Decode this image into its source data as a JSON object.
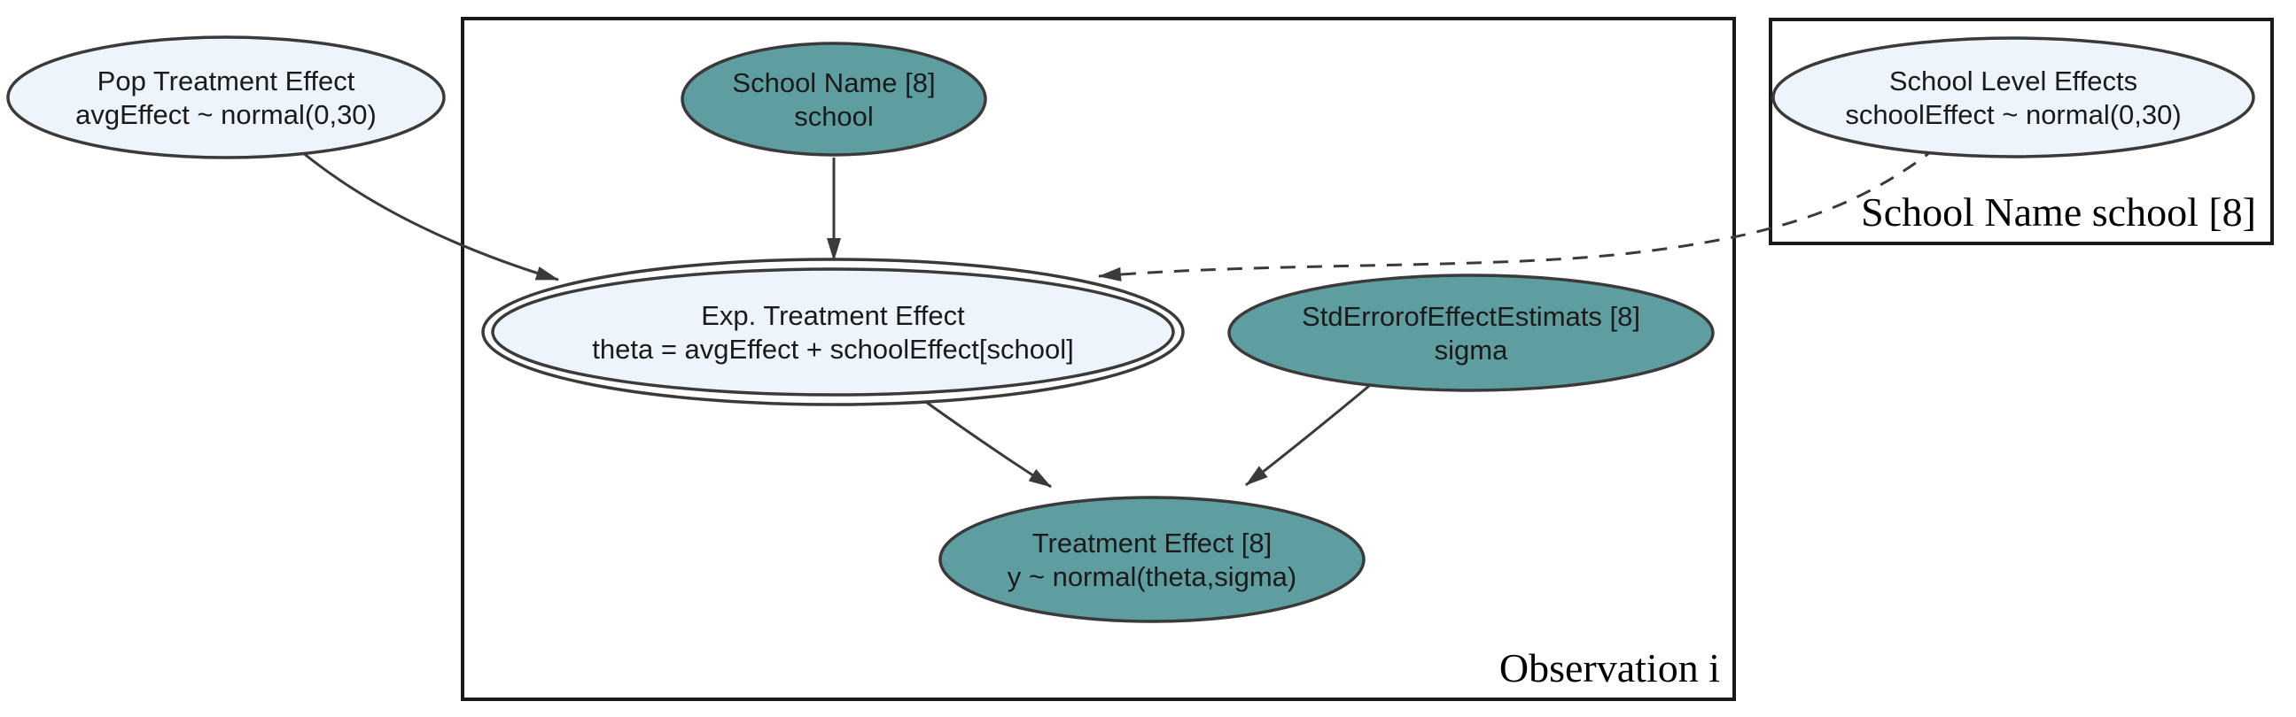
{
  "diagram": {
    "type": "bayesian-network-plate-diagram",
    "colors": {
      "background": "#ffffff",
      "observed_node_fill": "#5f9ea0",
      "latent_node_fill": "#edf4fc",
      "node_stroke": "#3a3a3a",
      "plate_stroke": "#1a1a1a",
      "text": "#1a1a1a"
    },
    "plates": {
      "observation": {
        "label": "Observation i"
      },
      "school": {
        "label": "School Name school [8]"
      }
    },
    "nodes": {
      "pop_treatment_effect": {
        "title": "Pop Treatment Effect",
        "formula": "avgEffect ~ normal(0,30)",
        "node_type": "latent"
      },
      "school_name": {
        "title": "School Name [8]",
        "formula": "school",
        "node_type": "observed"
      },
      "school_level_effects": {
        "title": "School Level Effects",
        "formula": "schoolEffect ~ normal(0,30)",
        "node_type": "latent"
      },
      "exp_treatment_effect": {
        "title": "Exp. Treatment Effect",
        "formula": "theta = avgEffect + schoolEffect[school]",
        "node_type": "deterministic-double-ellipse"
      },
      "std_error_of_effect_estimats": {
        "title": "StdErrorofEffectEstimats [8]",
        "formula": "sigma",
        "node_type": "observed"
      },
      "treatment_effect": {
        "title": "Treatment Effect [8]",
        "formula": "y ~ normal(theta,sigma)",
        "node_type": "observed"
      }
    },
    "edges": [
      {
        "from": "pop_treatment_effect",
        "to": "exp_treatment_effect",
        "style": "solid"
      },
      {
        "from": "school_name",
        "to": "exp_treatment_effect",
        "style": "solid"
      },
      {
        "from": "school_level_effects",
        "to": "exp_treatment_effect",
        "style": "dashed"
      },
      {
        "from": "exp_treatment_effect",
        "to": "treatment_effect",
        "style": "solid"
      },
      {
        "from": "std_error_of_effect_estimats",
        "to": "treatment_effect",
        "style": "solid"
      }
    ]
  }
}
